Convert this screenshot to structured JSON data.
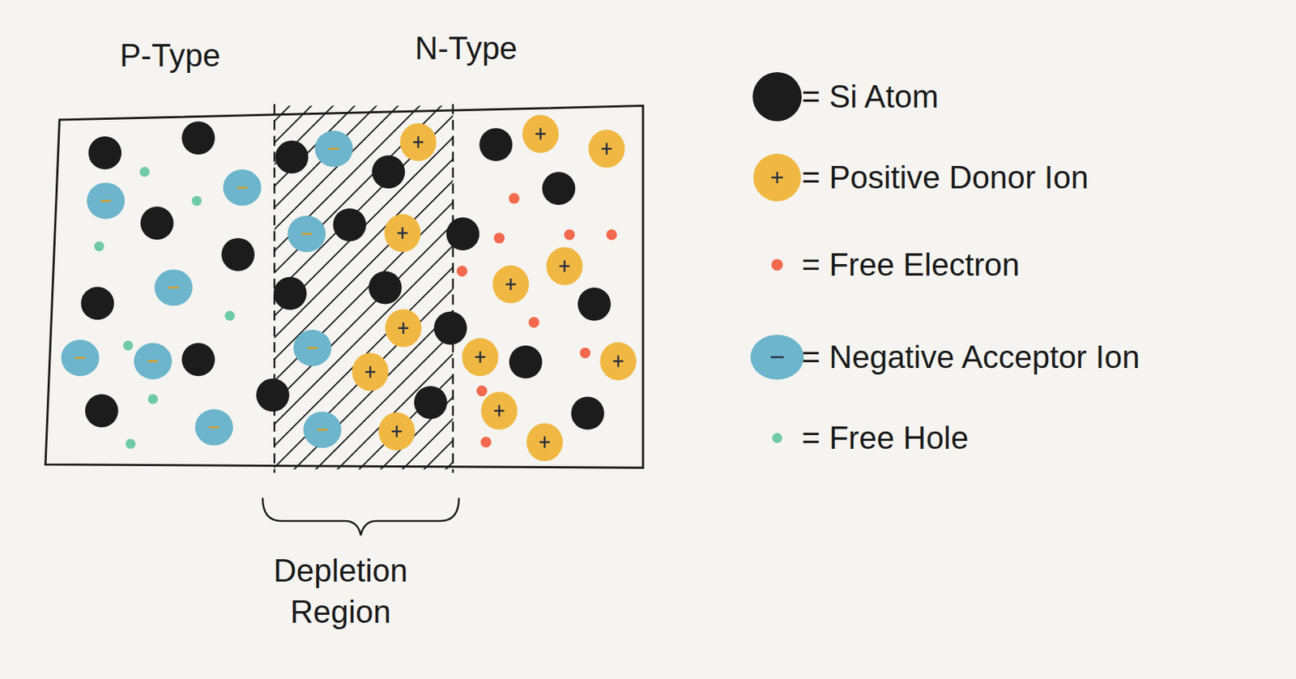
{
  "diagram": {
    "labels": [
      "P-Type",
      "N-Type",
      "Depletion Region"
    ],
    "legend": [
      {
        "text": "= Si Atom",
        "color": "#1c1c1c"
      },
      {
        "text": "= Positive Donor Ion",
        "color": "#f0b843"
      },
      {
        "text": "= Free Electron",
        "color": "#f2694d"
      },
      {
        "text": "= Negative Acceptor Ion",
        "color": "#6cb5cc"
      },
      {
        "text": "= Free Hole",
        "color": "#6fcaa8"
      }
    ]
  }
}
